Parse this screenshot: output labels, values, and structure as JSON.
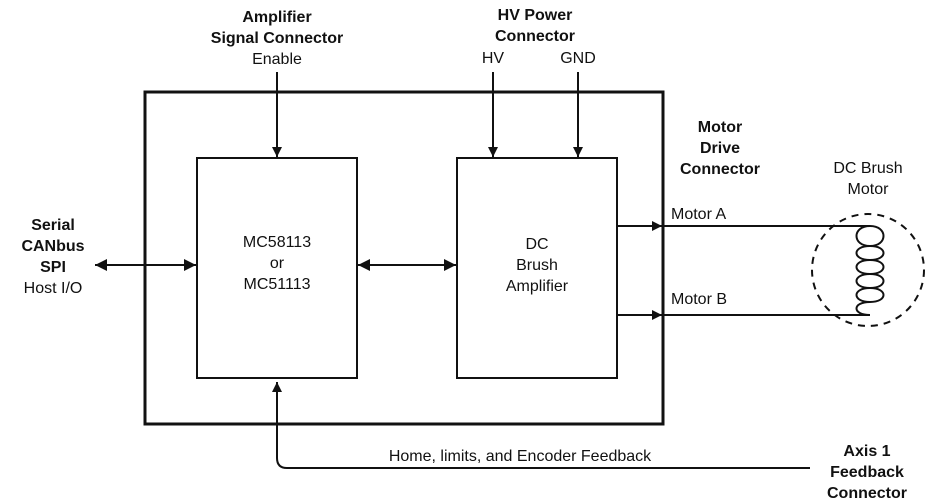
{
  "amp_signal": {
    "title_line1": "Amplifier",
    "title_line2": "Signal Connector",
    "enable": "Enable"
  },
  "hv_power": {
    "title_line1": "HV Power",
    "title_line2": "Connector",
    "hv": "HV",
    "gnd": "GND"
  },
  "motor_drive": {
    "line1": "Motor",
    "line2": "Drive",
    "line3": "Connector"
  },
  "host": {
    "line1": "Serial",
    "line2": "CANbus",
    "line3": "SPI",
    "line4": "Host I/O"
  },
  "controller": {
    "line1": "MC58113",
    "line2": "or",
    "line3": "MC51113"
  },
  "amplifier": {
    "line1": "DC",
    "line2": "Brush",
    "line3": "Amplifier"
  },
  "motor": {
    "line1": "DC Brush",
    "line2": "Motor",
    "motor_a": "Motor A",
    "motor_b": "Motor B"
  },
  "feedback": {
    "label": "Home, limits, and Encoder Feedback"
  },
  "axis": {
    "line1": "Axis 1",
    "line2": "Feedback",
    "line3": "Connector"
  }
}
